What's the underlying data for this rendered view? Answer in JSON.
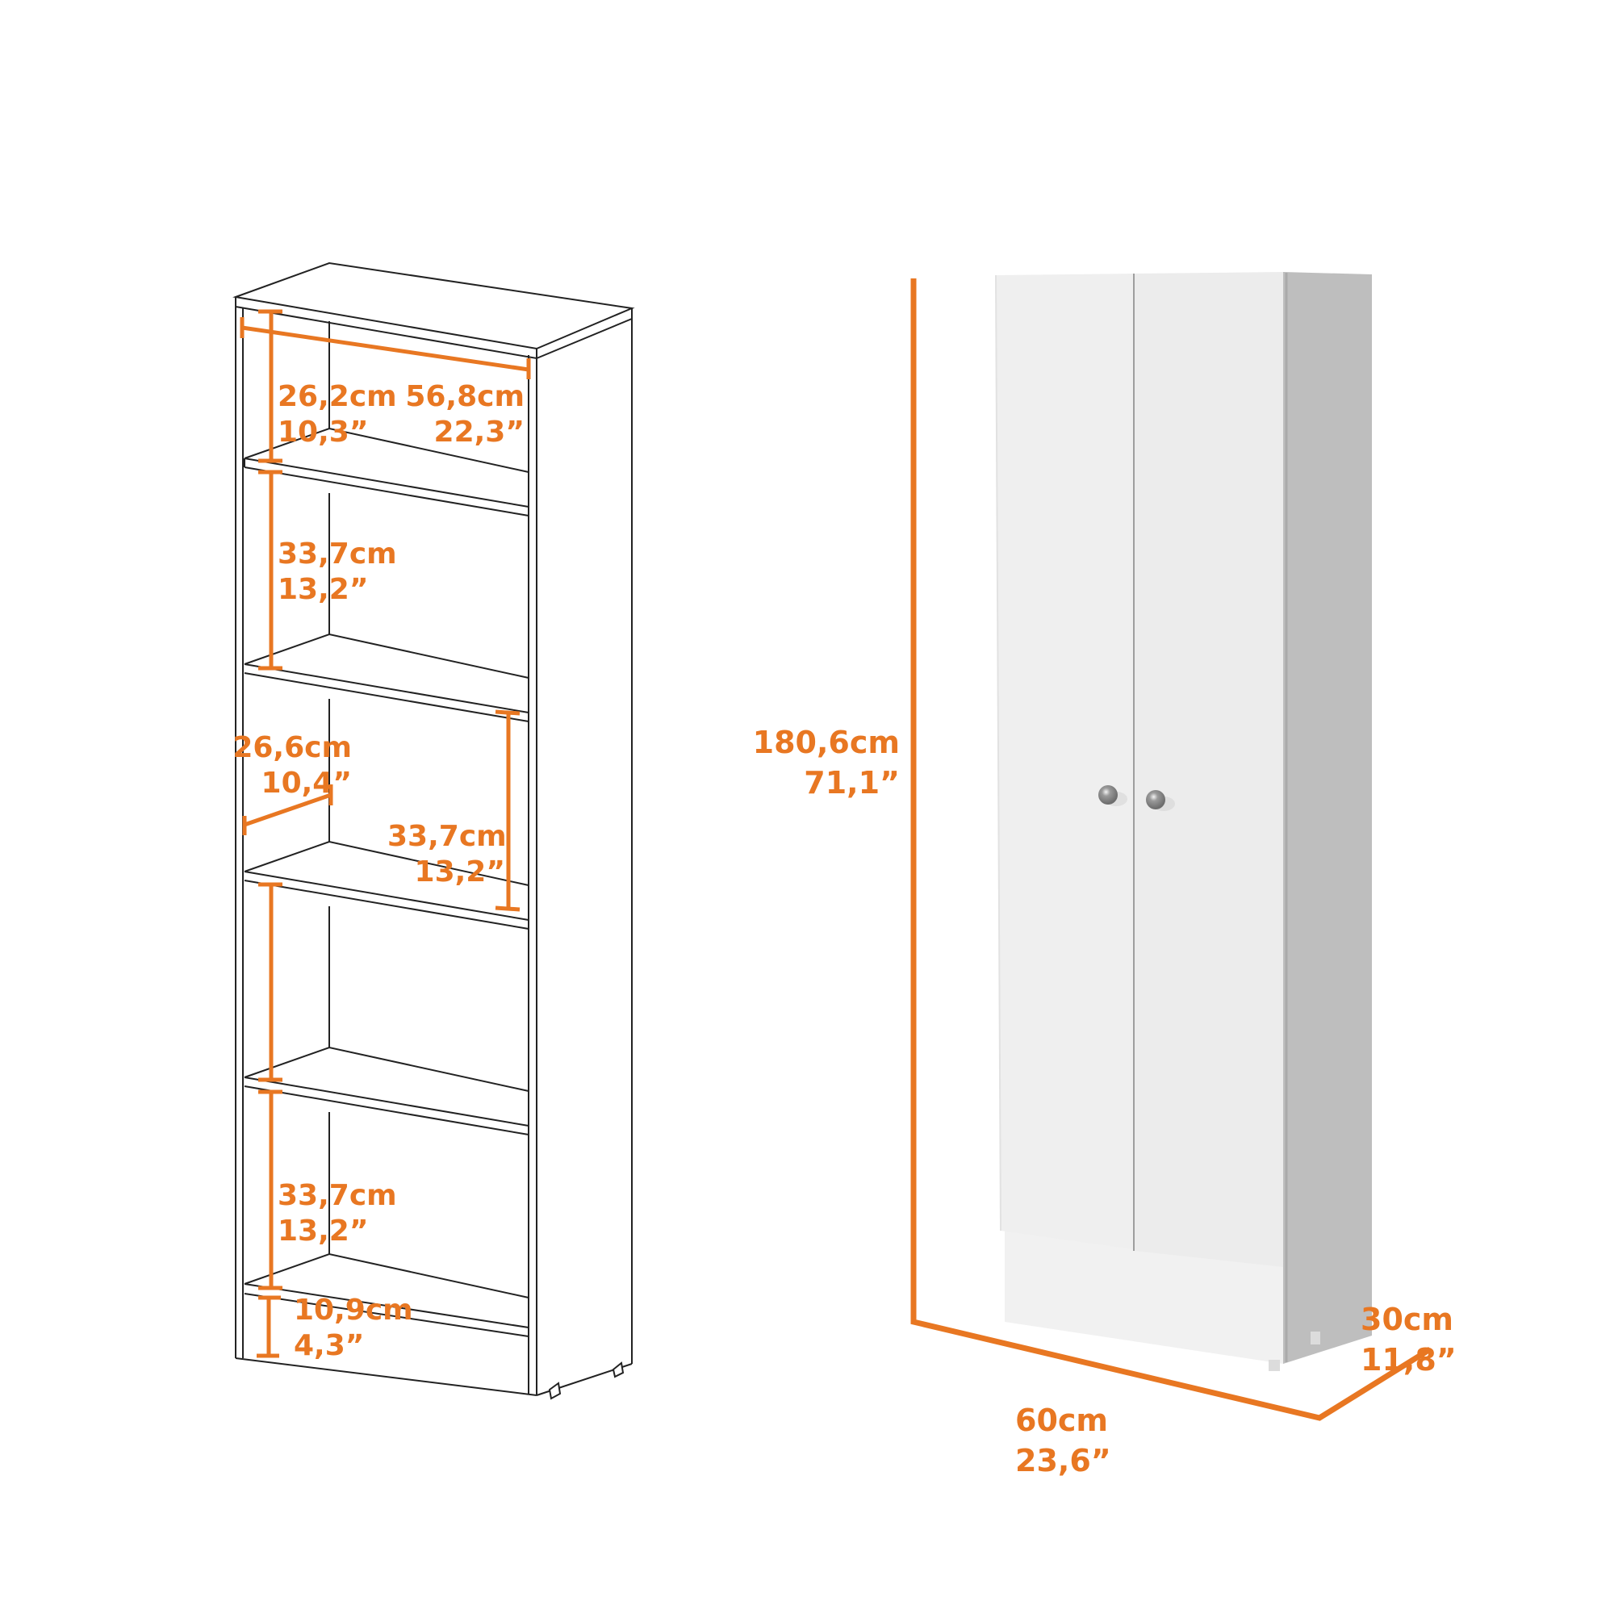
{
  "accent_color": "#E87722",
  "line_color": "#222222",
  "bookcase": {
    "label": "open-shelf-interior-view",
    "dimensions": {
      "top_section_height": {
        "cm": "26,2cm",
        "in": "10,3”"
      },
      "inner_width": {
        "cm": "56,8cm",
        "in": "22,3”"
      },
      "section2_height": {
        "cm": "33,7cm",
        "in": "13,2”"
      },
      "shelf_depth": {
        "cm": "26,6cm",
        "in": "10,4”"
      },
      "section3_height": {
        "cm": "33,7cm",
        "in": "13,2”"
      },
      "section5_height": {
        "cm": "33,7cm",
        "in": "13,2”"
      },
      "base_height": {
        "cm": "10,9cm",
        "in": "4,3”"
      }
    }
  },
  "cabinet": {
    "label": "two-door-cabinet-closed",
    "colors": {
      "front": "#EDEDED",
      "side": "#BDBDBD",
      "knob": "#8A8A8A"
    },
    "dimensions": {
      "height": {
        "cm": "180,6cm",
        "in": "71,1”"
      },
      "width": {
        "cm": "60cm",
        "in": "23,6”"
      },
      "depth": {
        "cm": "30cm",
        "in": "11,8”"
      }
    }
  }
}
